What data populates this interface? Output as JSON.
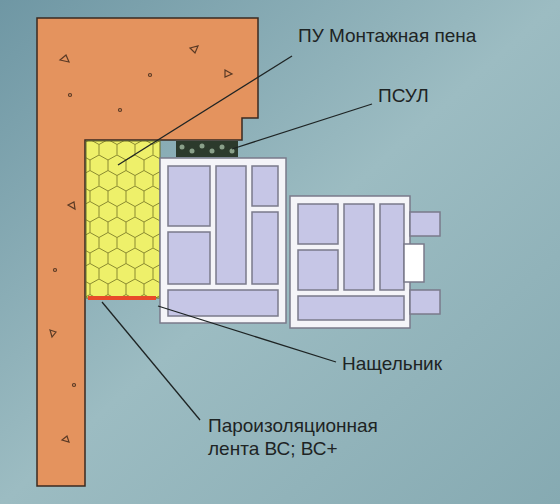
{
  "diagram": {
    "labels": [
      "ПУ Монтажная пена",
      "ПСУЛ",
      "Нащельник",
      "Пароизоляционная лента ВС; ВС+"
    ]
  }
}
